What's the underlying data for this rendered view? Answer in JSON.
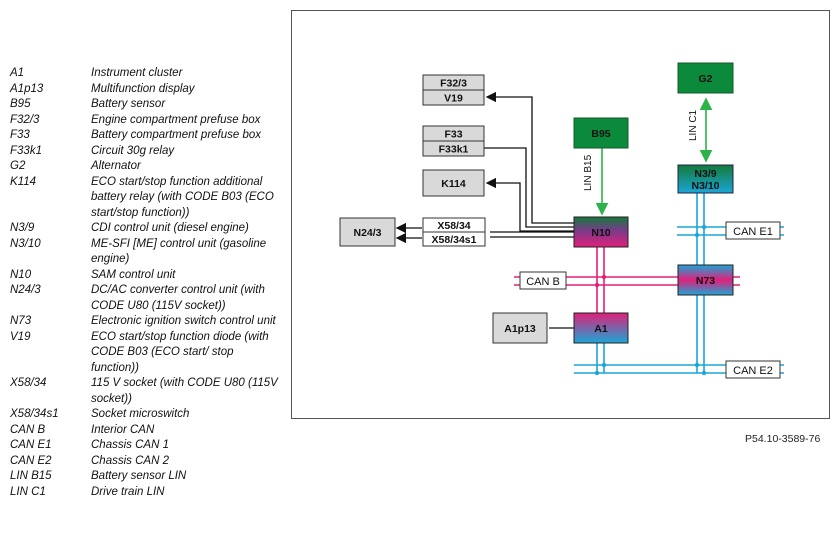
{
  "legend": [
    {
      "code": "A1",
      "desc": "Instrument cluster"
    },
    {
      "code": "A1p13",
      "desc": "Multifunction display"
    },
    {
      "code": "B95",
      "desc": "Battery sensor"
    },
    {
      "code": "F32/3",
      "desc": "Engine compartment prefuse box"
    },
    {
      "code": "F33",
      "desc": "Battery compartment prefuse box"
    },
    {
      "code": "F33k1",
      "desc": "Circuit 30g relay"
    },
    {
      "code": "G2",
      "desc": "Alternator"
    },
    {
      "code": "K114",
      "desc": "ECO start/stop function additional battery relay (with CODE B03 (ECO start/stop function))"
    },
    {
      "code": "N3/9",
      "desc": "CDI control unit (diesel engine)"
    },
    {
      "code": "N3/10",
      "desc": "ME-SFI [ME] control unit (gasoline engine)"
    },
    {
      "code": "N10",
      "desc": "SAM control unit"
    },
    {
      "code": "N24/3",
      "desc": "DC/AC converter control unit (with CODE U80 (115V socket))"
    },
    {
      "code": "N73",
      "desc": "Electronic ignition switch control unit"
    },
    {
      "code": "V19",
      "desc": "ECO start/stop function diode (with CODE B03 (ECO start/ stop function))"
    },
    {
      "code": "X58/34",
      "desc": "115 V socket (with CODE U80 (115V socket))"
    },
    {
      "code": "X58/34s1",
      "desc": "Socket microswitch"
    },
    {
      "code": "CAN B",
      "desc": "Interior CAN"
    },
    {
      "code": "CAN E1",
      "desc": "Chassis CAN 1"
    },
    {
      "code": "CAN E2",
      "desc": "Chassis CAN 2"
    },
    {
      "code": "LIN B15",
      "desc": "Battery sensor LIN"
    },
    {
      "code": "LIN C1",
      "desc": "Drive train LIN"
    }
  ],
  "diagram": {
    "f32_3": "F32/3",
    "v19": "V19",
    "f33": "F33",
    "f33k1": "F33k1",
    "k114": "K114",
    "n24_3": "N24/3",
    "x58_34": "X58/34",
    "x58_34s1": "X58/34s1",
    "b95": "B95",
    "g2": "G2",
    "n3_9": "N3/9",
    "n3_10": "N3/10",
    "n10": "N10",
    "n73": "N73",
    "a1": "A1",
    "a1p13": "A1p13",
    "can_b": "CAN B",
    "can_e1": "CAN E1",
    "can_e2": "CAN E2",
    "lin_b15": "LIN B15",
    "lin_c1": "LIN C1"
  },
  "figure_ref": "P54.10-3589-76",
  "colors": {
    "can_b": "#e0207a",
    "can_e": "#1aa6d6",
    "lin": "#2db34a",
    "module_green": "#0a8a3a",
    "module_gray": "#d9d9d9"
  }
}
